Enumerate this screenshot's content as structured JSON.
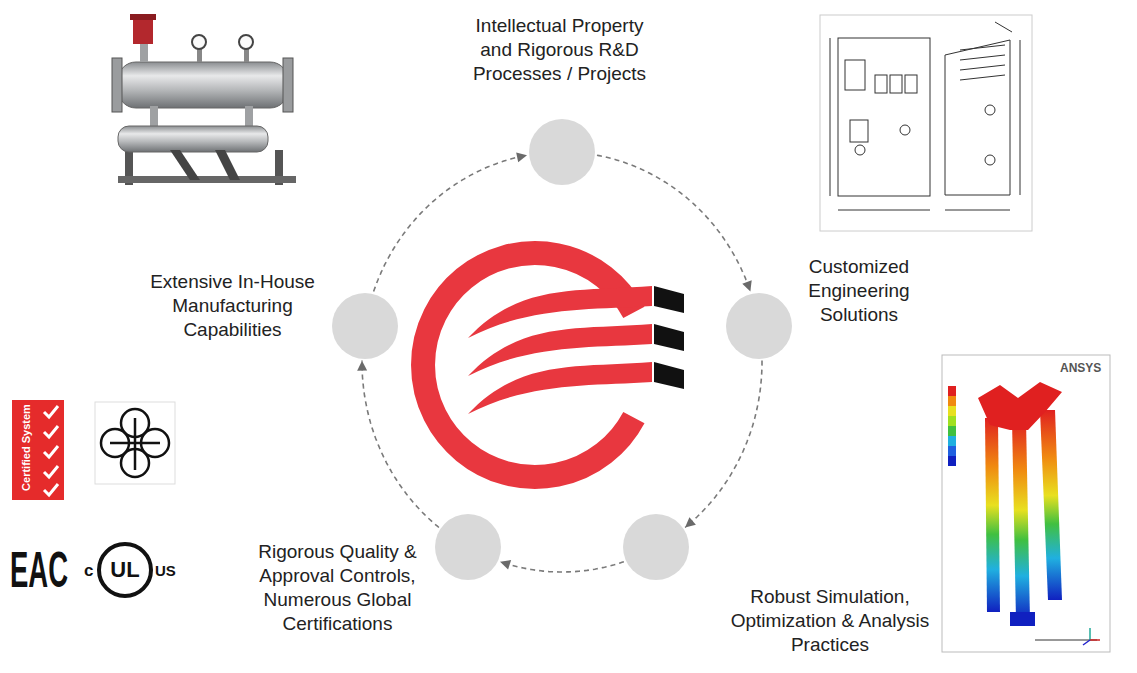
{
  "diagram": {
    "nodes": [
      {
        "text": [
          "Intellectual Property and Rigorous R&D Processes / Projects"
        ]
      },
      {
        "text": [
          "Customized Engineering Solutions"
        ]
      },
      {
        "text": [
          "Robust Simulation, Optimization & Analysis Practices"
        ]
      },
      {
        "text": [
          "Rigorous Quality & Approval Controls, Numerous Global Certifications"
        ]
      },
      {
        "text": [
          "Extensive In-House Manufacturing Capabilities"
        ]
      }
    ],
    "edges": [
      {
        "from": 0,
        "to": 1,
        "arrow": "to"
      },
      {
        "from": 1,
        "to": 2,
        "arrow": "to"
      },
      {
        "from": 2,
        "to": 3,
        "arrow": "to"
      },
      {
        "from": 3,
        "to": 4,
        "arrow": "to"
      },
      {
        "from": 4,
        "to": 0,
        "arrow": "to"
      }
    ],
    "labels": [
      "Certified System",
      "EAC",
      "c",
      "UL",
      "US",
      "ANSYS"
    ]
  }
}
